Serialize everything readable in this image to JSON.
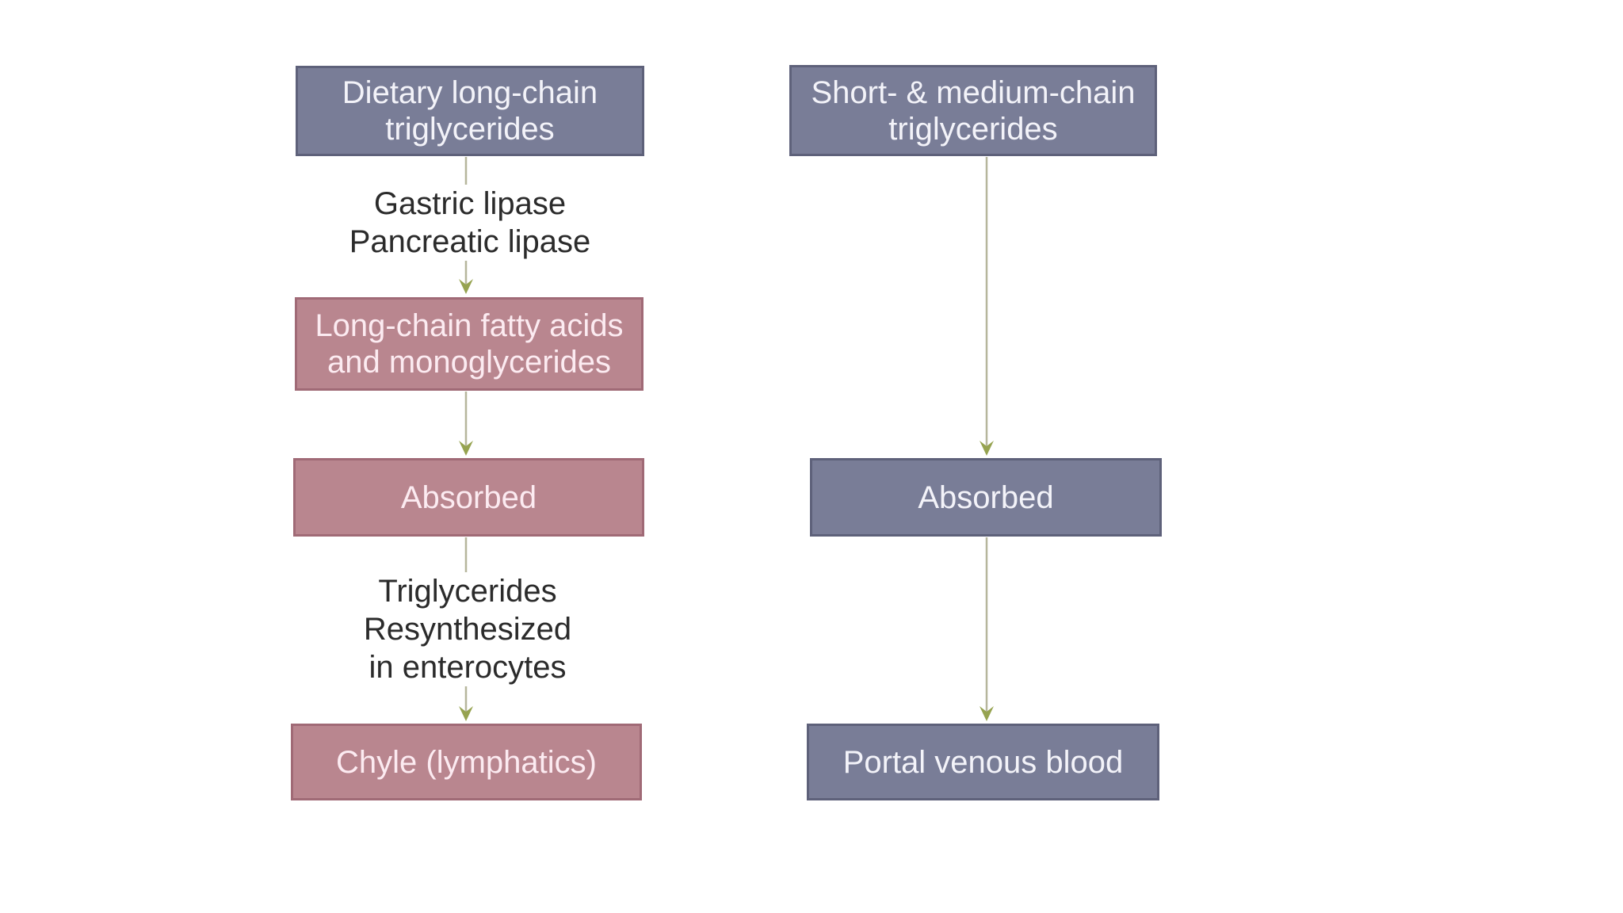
{
  "colors": {
    "purple_fill": "#797d97",
    "purple_border": "#5e617a",
    "pink_fill": "#b9868f",
    "pink_border": "#a06a76",
    "arrow_shaft": "#b6b69c",
    "arrow_head": "#96a350",
    "label_text": "#2b2b2b",
    "box_text_purple": "#f3f3f9",
    "box_text_pink": "#fcebf1",
    "background": "#ffffff"
  },
  "left_column": {
    "nodes": {
      "dietary": {
        "label": "Dietary long-chain\ntriglycerides",
        "style": "purple"
      },
      "lcfa": {
        "label": "Long-chain fatty acids\nand monoglycerides",
        "style": "pink"
      },
      "absorbed": {
        "label": "Absorbed",
        "style": "pink"
      },
      "chyle": {
        "label": "Chyle (lymphatics)",
        "style": "pink"
      }
    },
    "edge_labels": {
      "lipases": "Gastric lipase\nPancreatic lipase",
      "resynthesis": "Triglycerides\nResynthesized\nin enterocytes"
    }
  },
  "right_column": {
    "nodes": {
      "smct": {
        "label": "Short- & medium-chain\ntriglycerides",
        "style": "purple"
      },
      "absorbed": {
        "label": "Absorbed",
        "style": "purple"
      },
      "portal": {
        "label": "Portal venous blood",
        "style": "purple"
      }
    }
  },
  "edges": [
    {
      "from": "dietary",
      "to": "lcfa",
      "label": "Gastric lipase\nPancreatic lipase"
    },
    {
      "from": "lcfa",
      "to": "absorbed-left",
      "label": ""
    },
    {
      "from": "absorbed-left",
      "to": "chyle",
      "label": "Triglycerides\nResynthesized\nin enterocytes"
    },
    {
      "from": "smct",
      "to": "absorbed-right",
      "label": ""
    },
    {
      "from": "absorbed-right",
      "to": "portal",
      "label": ""
    }
  ]
}
